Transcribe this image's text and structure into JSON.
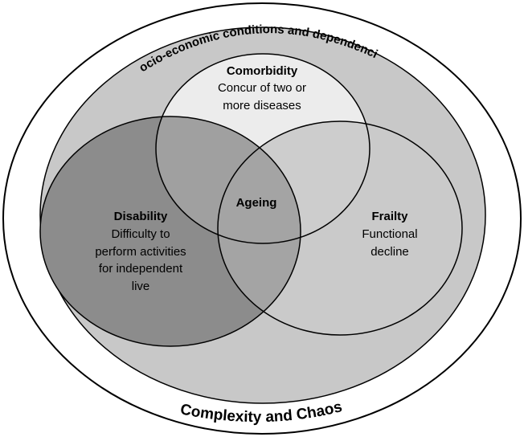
{
  "outer": {
    "label": "Complexity and Chaos",
    "fill": "#ffffff"
  },
  "socio": {
    "label": "Socio-economic conditions and dependencies",
    "fill": "#c8c8c8"
  },
  "comorbidity": {
    "title": "Comorbidity",
    "lines": [
      "Concur of two or",
      "more diseases"
    ],
    "fill": "#ececec"
  },
  "disability": {
    "title": "Disability",
    "lines": [
      "Difficulty to",
      "perform activities",
      "for independent",
      "live"
    ],
    "fill": "#8c8c8c"
  },
  "frailty": {
    "title": "Frailty",
    "lines": [
      "Functional",
      "decline"
    ],
    "fill": "#cacaca"
  },
  "center": {
    "label": "Ageing",
    "fill": "#a4a4a4"
  },
  "overlap_colors": {
    "comorbidity_disability": "#a0a0a0",
    "comorbidity_frailty": "#cdcdcd"
  }
}
